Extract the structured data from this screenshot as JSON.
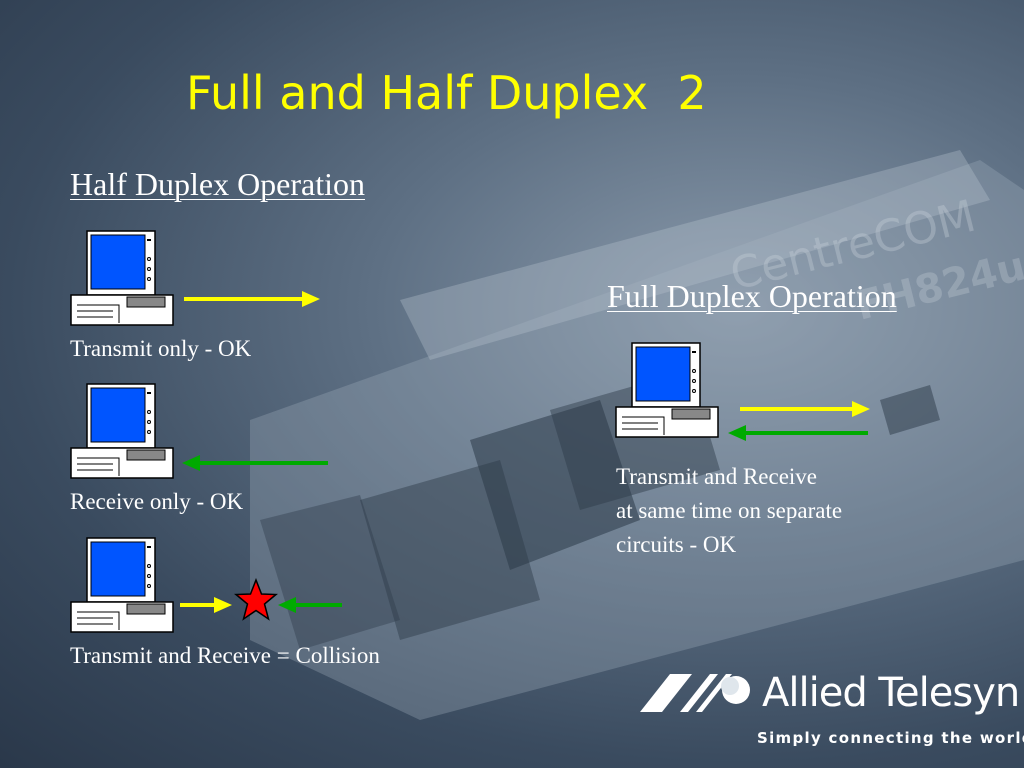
{
  "slide": {
    "title": "Full and Half Duplex  2",
    "half_duplex": {
      "heading": "Half Duplex Operation",
      "cases": [
        {
          "caption": "Transmit only - OK"
        },
        {
          "caption": "Receive only - OK"
        },
        {
          "caption": "Transmit and Receive = Collision"
        }
      ]
    },
    "full_duplex": {
      "heading": "Full Duplex Operation",
      "caption_lines": [
        "Transmit and Receive",
        "at same time on separate",
        "circuits - OK"
      ]
    },
    "logo": {
      "name": "Allied Telesyn",
      "tagline": "Simply connecting the world"
    },
    "colors": {
      "title": "#ffff00",
      "transmit_arrow": "#ffff00",
      "receive_arrow": "#00aa00",
      "collision_star": "#ff0000",
      "screen": "#0055ff"
    },
    "icons": [
      "computer-icon",
      "arrow-right-icon",
      "arrow-left-icon",
      "collision-star-icon",
      "allied-telesyn-logo-icon"
    ]
  }
}
